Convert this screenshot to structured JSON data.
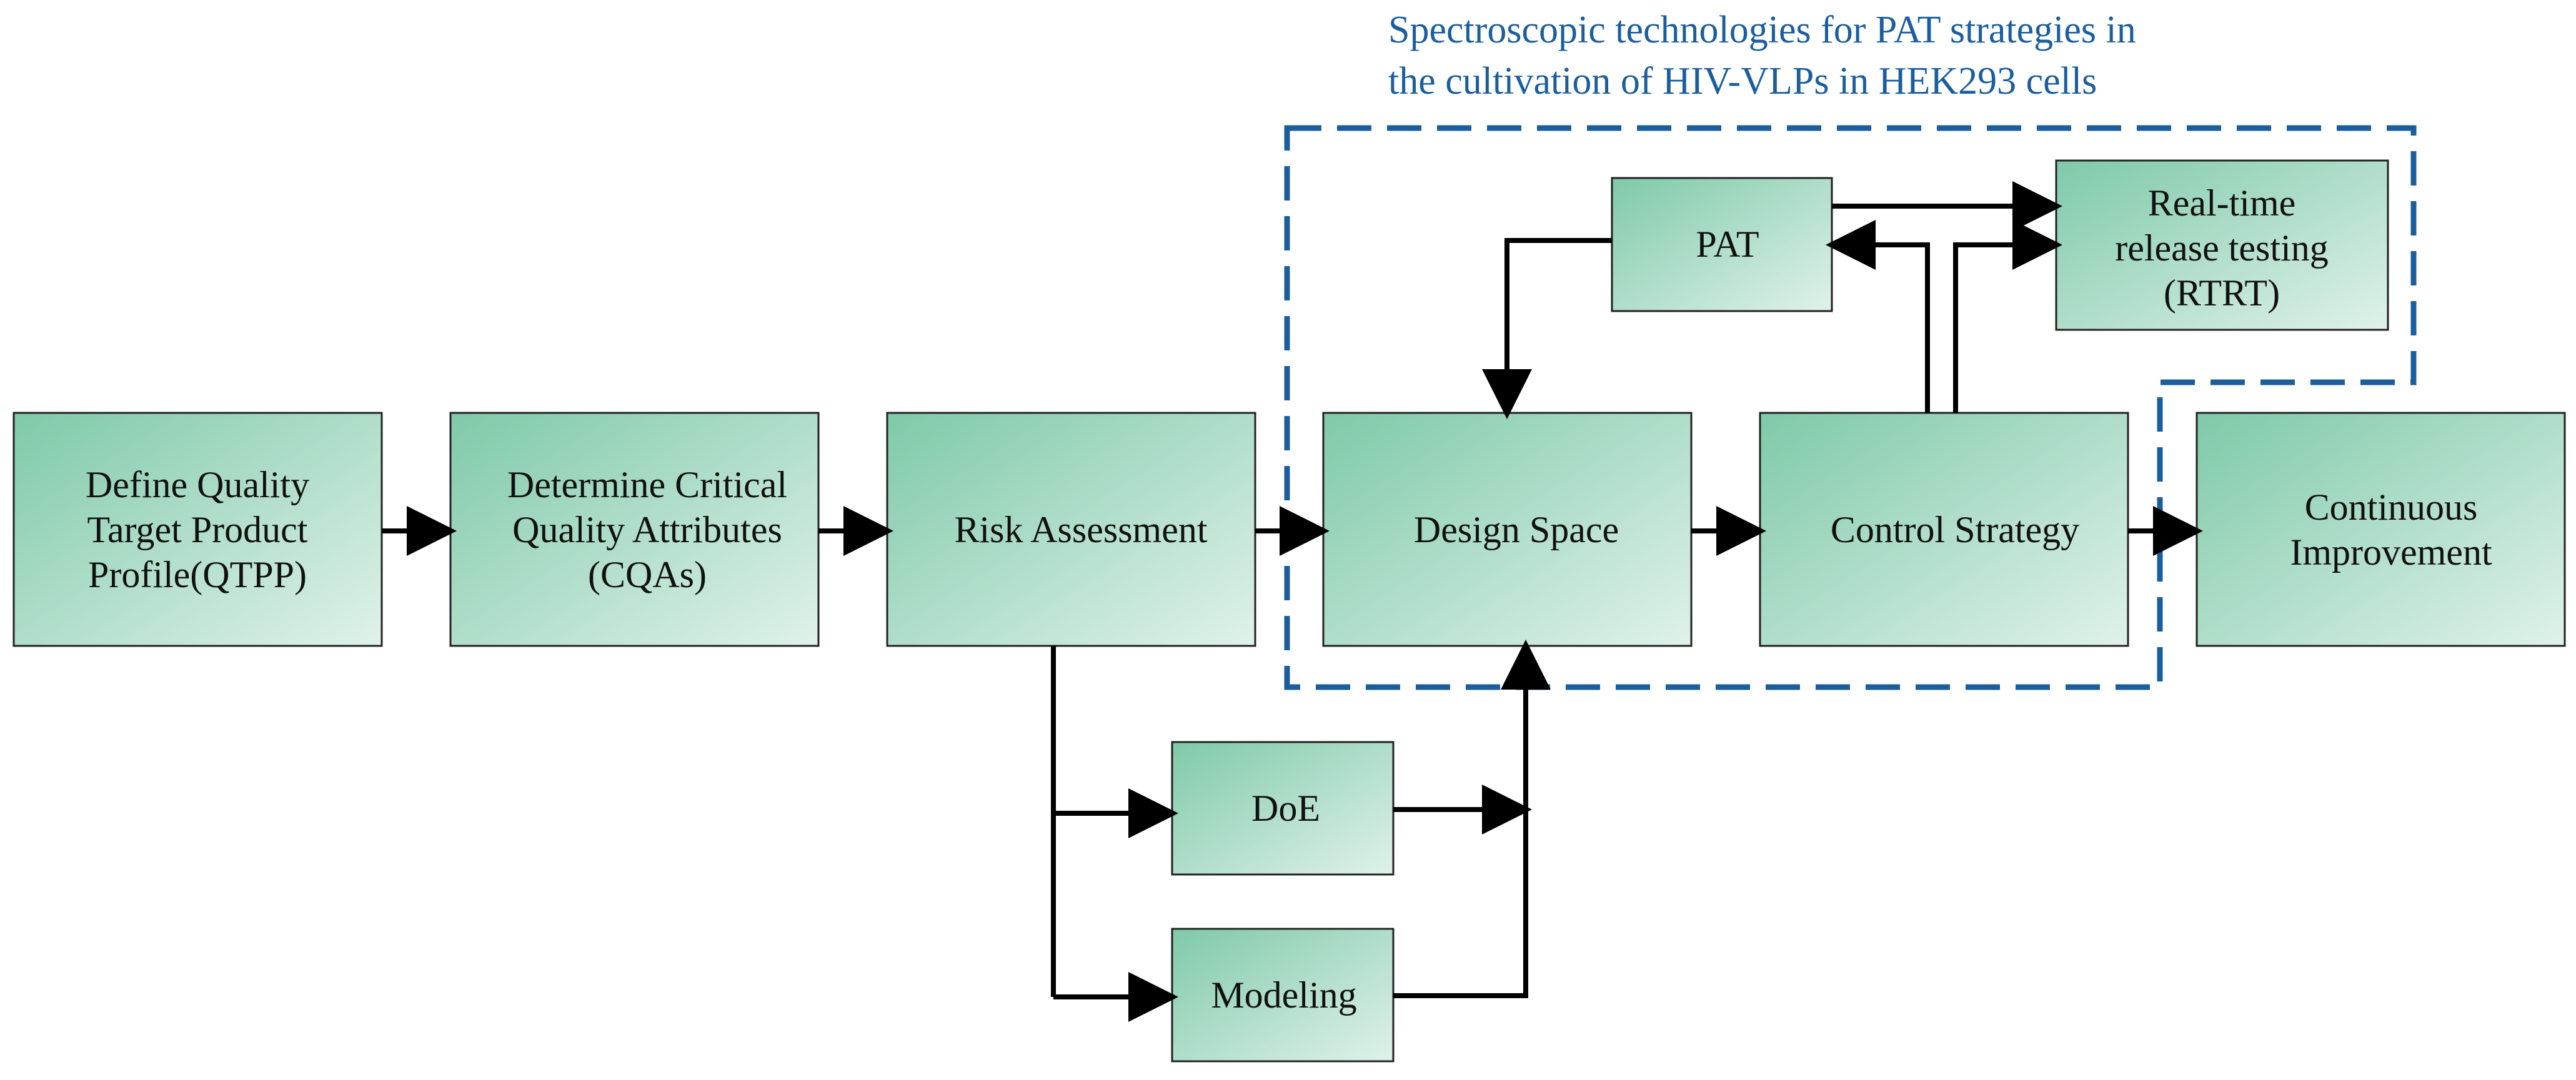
{
  "title": {
    "line1": "Spectroscopic technologies for PAT strategies in",
    "line2": "the cultivation of HIV-VLPs in HEK293 cells"
  },
  "colors": {
    "box_gradient_start": "#7fc9a9",
    "box_gradient_end": "#e0f2e9",
    "box_border": "#222222",
    "arrow": "#000000",
    "dashed_border": "#1b5e9e",
    "title_text": "#1b5e9e"
  },
  "boxes": {
    "qtpp": {
      "lines": [
        "Define Quality",
        "Target Product",
        "Profile(QTPP)"
      ]
    },
    "cqas": {
      "lines": [
        "Determine Critical",
        "Quality Attributes",
        "(CQAs)"
      ]
    },
    "risk": {
      "lines": [
        "Risk Assessment"
      ]
    },
    "design": {
      "lines": [
        "Design Space"
      ]
    },
    "control": {
      "lines": [
        "Control Strategy"
      ]
    },
    "continuous": {
      "lines": [
        "Continuous",
        "Improvement"
      ]
    },
    "pat": {
      "lines": [
        "PAT"
      ]
    },
    "rtrt": {
      "lines": [
        "Real-time",
        "release testing",
        "(RTRT)"
      ]
    },
    "doe": {
      "lines": [
        "DoE"
      ]
    },
    "modeling": {
      "lines": [
        "Modeling"
      ]
    }
  }
}
